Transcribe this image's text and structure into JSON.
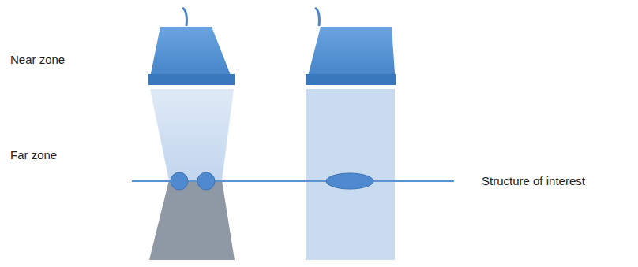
{
  "diagram": {
    "labels": [
      "Near zone",
      "Far zone",
      "Structure of interest"
    ]
  }
}
